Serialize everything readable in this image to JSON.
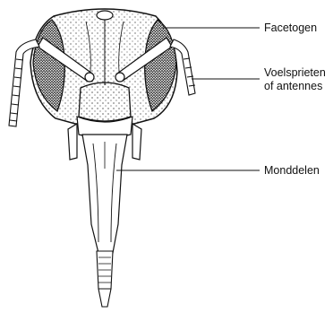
{
  "labels": {
    "facetogen": "Facetogen",
    "antennae_line1": "Voelsprieten",
    "antennae_line2": "of antennes",
    "monddelen": "Monddelen"
  },
  "colors": {
    "ink": "#111111",
    "background": "#ffffff"
  }
}
